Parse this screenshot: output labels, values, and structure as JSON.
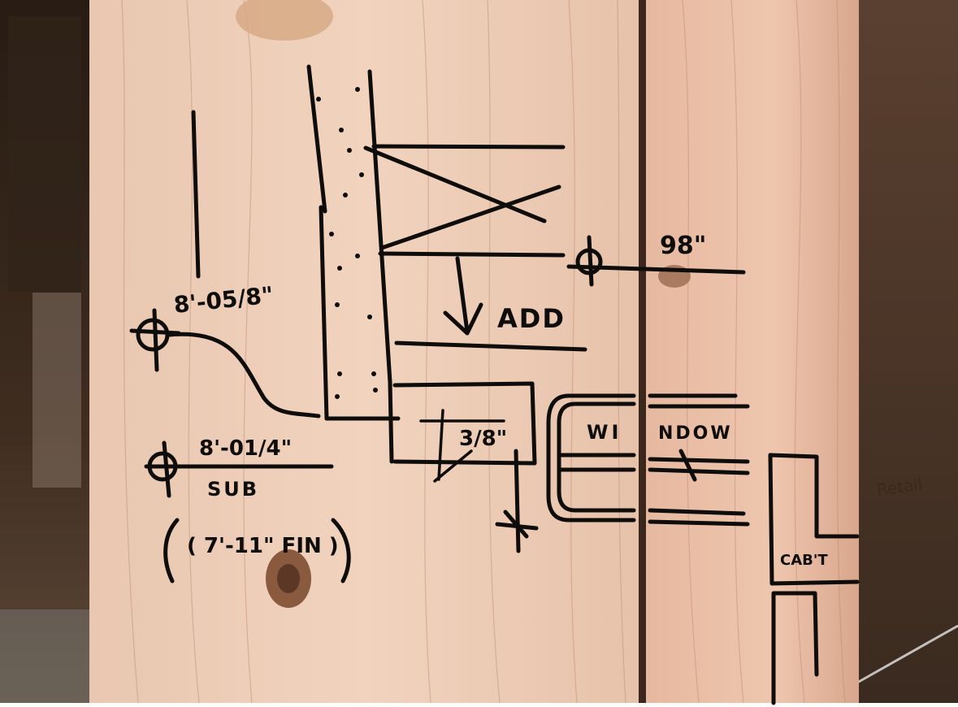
{
  "photo": {
    "subject": "",
    "labels": {
      "top_elevation": "98\"",
      "header_height": "8'-05/8\"",
      "sub_floor": "8'-01/4\"",
      "sub_label": "SUB",
      "finish": "( 7'-11\" FIN )",
      "add_note": "ADD",
      "fraction": "3/8\"",
      "window_left": "WI",
      "window_right": "NDOW",
      "cabinet": "CAB'T",
      "faint_right": "Retail"
    }
  }
}
